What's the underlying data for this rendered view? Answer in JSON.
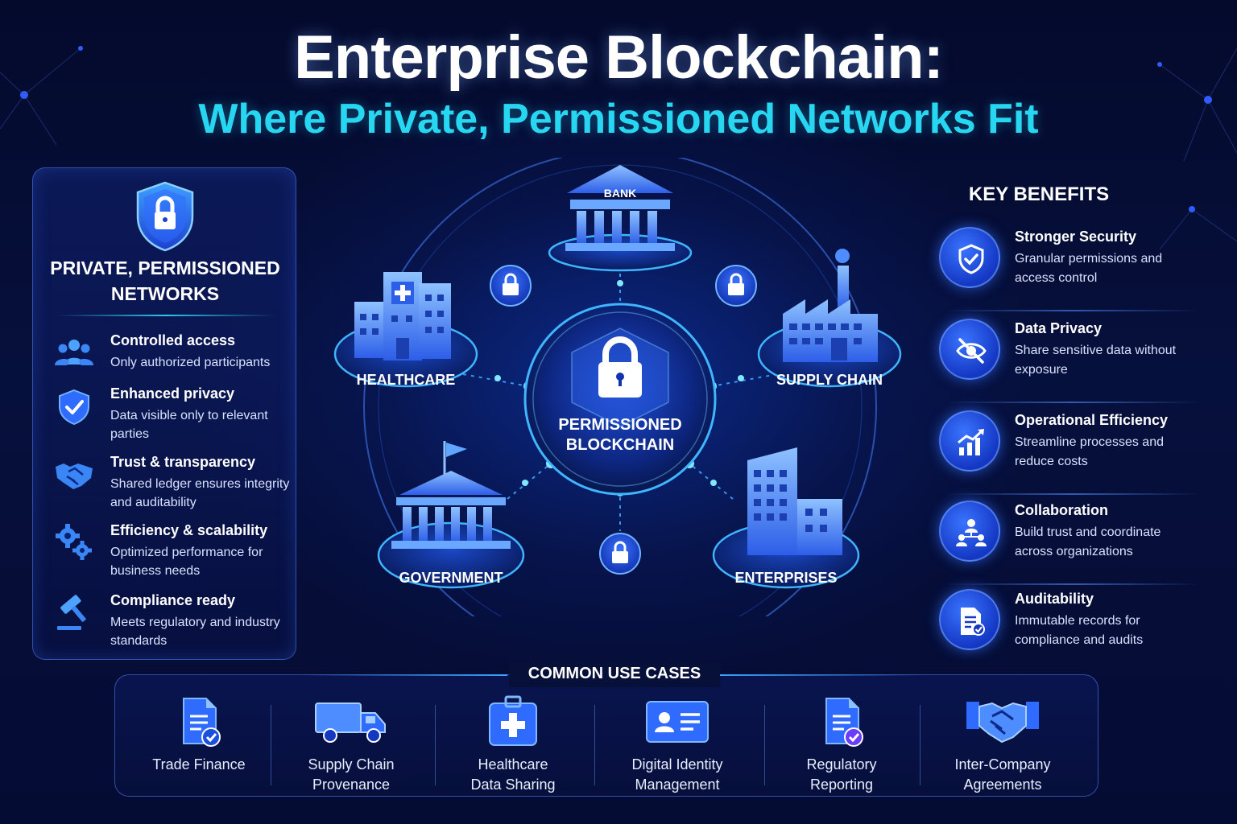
{
  "header": {
    "title": "Enterprise Blockchain:",
    "subtitle": "Where Private, Permissioned Networks Fit"
  },
  "left_panel": {
    "icon": "shield-lock-icon",
    "heading_line1": "PRIVATE, PERMISSIONED",
    "heading_line2": "NETWORKS",
    "features": [
      {
        "icon": "users-icon",
        "title": "Controlled access",
        "desc": "Only authorized participants"
      },
      {
        "icon": "shield-check-icon",
        "title": "Enhanced privacy",
        "desc": "Data visible only to relevant parties"
      },
      {
        "icon": "handshake-icon",
        "title": "Trust & transparency",
        "desc": "Shared ledger ensures integrity and auditability"
      },
      {
        "icon": "gears-icon",
        "title": "Efficiency & scalability",
        "desc": "Optimized performance for business needs"
      },
      {
        "icon": "gavel-icon",
        "title": "Compliance ready",
        "desc": "Meets regulatory and industry standards"
      }
    ]
  },
  "network": {
    "center_line1": "PERMISSIONED",
    "center_line2": "BLOCKCHAIN",
    "nodes": {
      "bank": "BANK",
      "healthcare": "HEALTHCARE",
      "supply_chain": "SUPPLY CHAIN",
      "government": "GOVERNMENT",
      "enterprises": "ENTERPRISES"
    }
  },
  "key_benefits": {
    "title": "KEY BENEFITS",
    "items": [
      {
        "icon": "shield-check-icon",
        "title": "Stronger Security",
        "desc": "Granular permissions and access control"
      },
      {
        "icon": "eye-slash-icon",
        "title": "Data Privacy",
        "desc": "Share sensitive data without exposure"
      },
      {
        "icon": "bar-chart-icon",
        "title": "Operational Efficiency",
        "desc": "Streamline processes and reduce costs"
      },
      {
        "icon": "team-icon",
        "title": "Collaboration",
        "desc": "Build trust and coordinate across organizations"
      },
      {
        "icon": "audit-document-icon",
        "title": "Auditability",
        "desc": "Immutable records for compliance and audits"
      }
    ]
  },
  "use_cases": {
    "title": "COMMON USE CASES",
    "items": [
      {
        "icon": "document-check-icon",
        "label_line1": "Trade Finance",
        "label_line2": ""
      },
      {
        "icon": "truck-icon",
        "label_line1": "Supply Chain",
        "label_line2": "Provenance"
      },
      {
        "icon": "medical-kit-icon",
        "label_line1": "Healthcare",
        "label_line2": "Data Sharing"
      },
      {
        "icon": "id-card-icon",
        "label_line1": "Digital Identity",
        "label_line2": "Management"
      },
      {
        "icon": "report-check-icon",
        "label_line1": "Regulatory",
        "label_line2": "Reporting"
      },
      {
        "icon": "handshake-icon",
        "label_line1": "Inter-Company",
        "label_line2": "Agreements"
      }
    ]
  },
  "colors": {
    "background": "#050c34",
    "accent_cyan": "#27d7f2",
    "accent_blue": "#2f6bff",
    "panel_border": "#5a82ff"
  }
}
